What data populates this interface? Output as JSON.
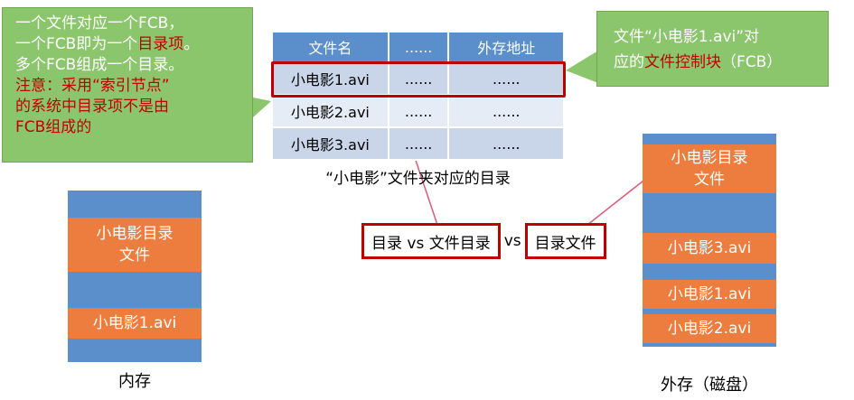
{
  "callout_left": {
    "line1": "一个文件对应一个FCB，",
    "line2_a": "一个FCB即为一个",
    "line2_b": "目录项",
    "line2_c": "。",
    "line3": "多个FCB组成一个目录。",
    "note1": "注意：采用“索引节点”",
    "note2": "的系统中目录项不是由",
    "note3": "FCB组成的"
  },
  "callout_right": {
    "line1": "文件“小电影1.avi”对",
    "line2_a": "应的",
    "line2_b": "文件控制块",
    "line2_c": "（FCB）"
  },
  "table": {
    "headers": [
      "文件名",
      "......",
      "外存地址"
    ],
    "rows": [
      [
        "小电影1.avi",
        "......",
        "......"
      ],
      [
        "小电影2.avi",
        "......",
        "......"
      ],
      [
        "小电影3.avi",
        "......",
        "......"
      ]
    ],
    "caption": "“小电影”文件夹对应的目录"
  },
  "terms": {
    "t1": "目录 vs 文件目录",
    "vs": "vs",
    "t2": "目录文件"
  },
  "memory": {
    "label": "内存",
    "dir_file": "小电影目录\n文件",
    "file1": "小电影1.avi"
  },
  "disk": {
    "label": "外存（磁盘）",
    "dir_file": "小电影目录\n文件",
    "file3": "小电影3.avi",
    "file1": "小电影1.avi",
    "file2": "小电影2.avi"
  },
  "colors": {
    "callout_green": "#8cc66c",
    "highlight_red": "#c00000",
    "block_blue": "#5b8fcc",
    "block_orange": "#ed7d3e"
  }
}
